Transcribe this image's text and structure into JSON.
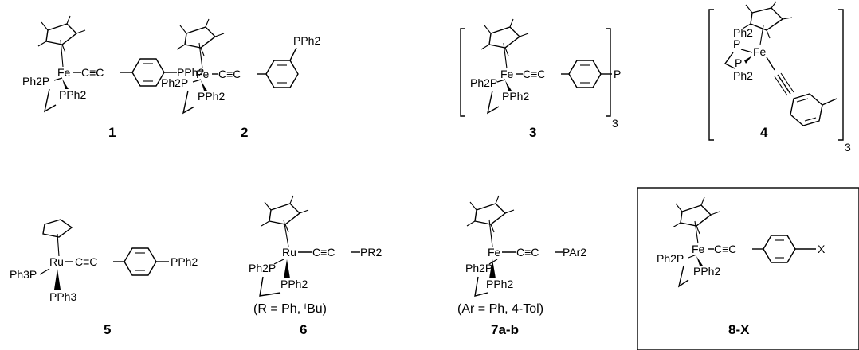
{
  "compounds": [
    {
      "id": "c1",
      "number": "1",
      "metal": "Fe",
      "alkyne": "C≡C",
      "ancillary_a": "Ph2P",
      "ancillary_b": "PPh2",
      "substituent": "PPh2"
    },
    {
      "id": "c2",
      "number": "2",
      "metal": "Fe",
      "alkyne": "C≡C",
      "ancillary_a": "Ph2P",
      "ancillary_b": "PPh2",
      "substituent": "PPh2"
    },
    {
      "id": "c3",
      "number": "3",
      "metal": "Fe",
      "alkyne": "C≡C",
      "ancillary_a": "Ph2P",
      "ancillary_b": "PPh2",
      "substituent": "P",
      "multiplier": "3"
    },
    {
      "id": "c4",
      "number": "4",
      "metal": "Fe",
      "ancillary_a": "Ph2",
      "ancillary_b": "Ph2",
      "p_label": "P",
      "multiplier": "3"
    },
    {
      "id": "c5",
      "number": "5",
      "metal": "Ru",
      "alkyne": "C≡C",
      "ancillary_a": "Ph3P",
      "ancillary_b": "PPh3",
      "substituent": "PPh2"
    },
    {
      "id": "c6",
      "number": "6",
      "metal": "Ru",
      "alkyne": "C≡C",
      "ancillary_a": "Ph2P",
      "ancillary_b": "PPh2",
      "substituent": "PR2",
      "note": "(R = Ph, ᵗBu)"
    },
    {
      "id": "c7",
      "number": "7a-b",
      "metal": "Fe",
      "alkyne": "C≡C",
      "ancillary_a": "Ph2P",
      "ancillary_b": "PPh2",
      "substituent": "PAr2",
      "note": "(Ar = Ph, 4-Tol)"
    },
    {
      "id": "c8",
      "number": "8-X",
      "metal": "Fe",
      "alkyne": "C≡C",
      "ancillary_a": "Ph2P",
      "ancillary_b": "PPh2",
      "substituent": "X"
    }
  ]
}
